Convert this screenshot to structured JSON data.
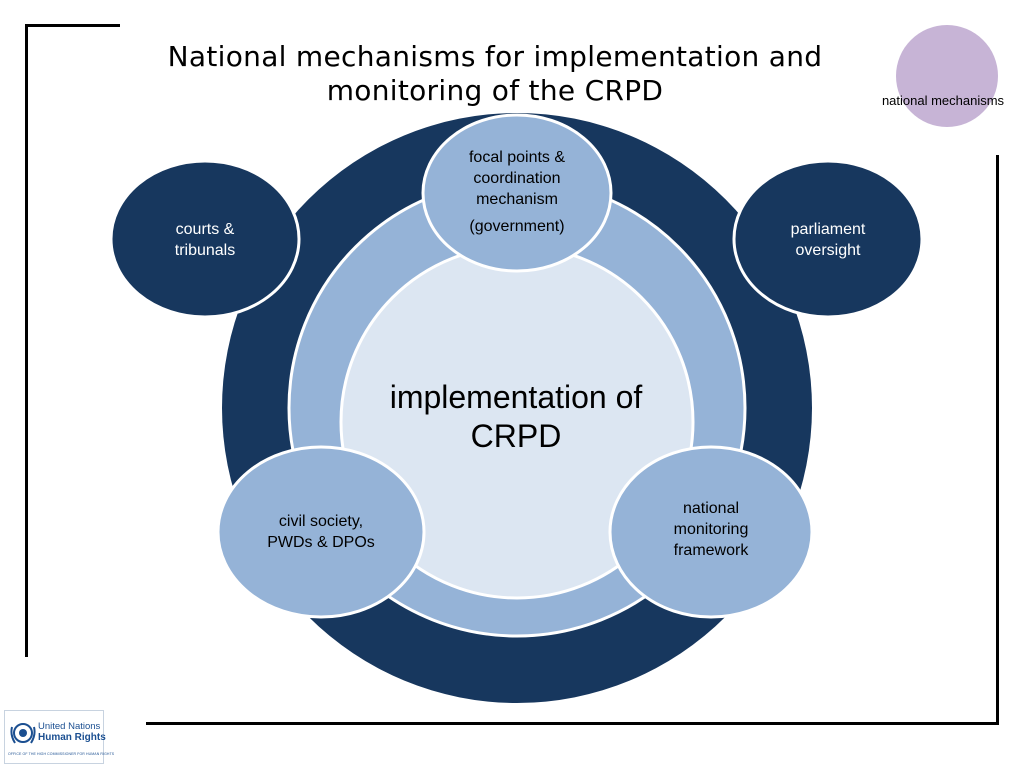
{
  "slide": {
    "title": "National mechanisms for implementation and monitoring of the CRPD",
    "corner_label": "national mechanisms"
  },
  "diagram": {
    "center": "implementation of CRPD",
    "nodes": {
      "focal_points": {
        "line1": "focal points &",
        "line2": "coordination",
        "line3": "mechanism",
        "line4": "(government)"
      },
      "courts": {
        "line1": "courts &",
        "line2": "tribunals"
      },
      "parliament": {
        "line1": "parliament",
        "line2": "oversight"
      },
      "civil_society": {
        "line1": "civil society,",
        "line2": "PWDs & DPOs"
      },
      "monitoring": {
        "line1": "national",
        "line2": "monitoring",
        "line3": "framework"
      }
    }
  },
  "logo": {
    "line1": "United Nations",
    "line2": "Human Rights",
    "line3": "OFFICE OF THE HIGH COMMISSIONER FOR HUMAN RIGHTS"
  },
  "colors": {
    "dark_navy": "#17375e",
    "mid_blue": "#95b3d7",
    "pale_blue": "#dce6f2",
    "lilac": "#c7b4d6"
  }
}
